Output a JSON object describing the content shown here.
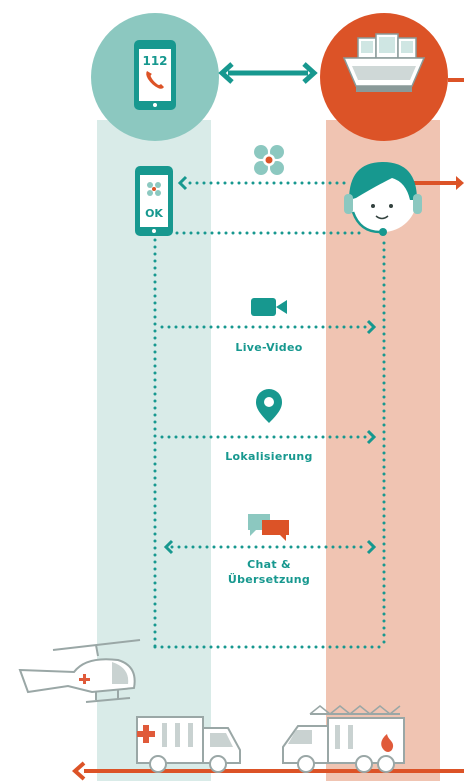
{
  "phone": {
    "number": "112",
    "status": "OK"
  },
  "steps": [
    {
      "label": "Live-Video",
      "icon": "video-camera-icon"
    },
    {
      "label": "Lokalisierung",
      "icon": "location-pin-icon"
    },
    {
      "label": "Chat &\nÜbersetzung",
      "icon": "chat-bubbles-icon"
    }
  ],
  "icons": {
    "phone": "smartphone-call-icon",
    "control_center": "control-desk-icon",
    "operator": "headset-operator-icon",
    "app_signal": "app-logo-icon",
    "helicopter": "rescue-helicopter-icon",
    "ambulance": "ambulance-icon",
    "fire_truck": "fire-truck-icon"
  },
  "colors": {
    "teal": "#17988f",
    "teal_circle": "#8cc8c0",
    "teal_column": "#d9ebe8",
    "orange": "#dc5327",
    "orange_column": "#f0c4b2",
    "gray_line": "#9aa7a6",
    "ambulance_red": "#e05a3a"
  }
}
